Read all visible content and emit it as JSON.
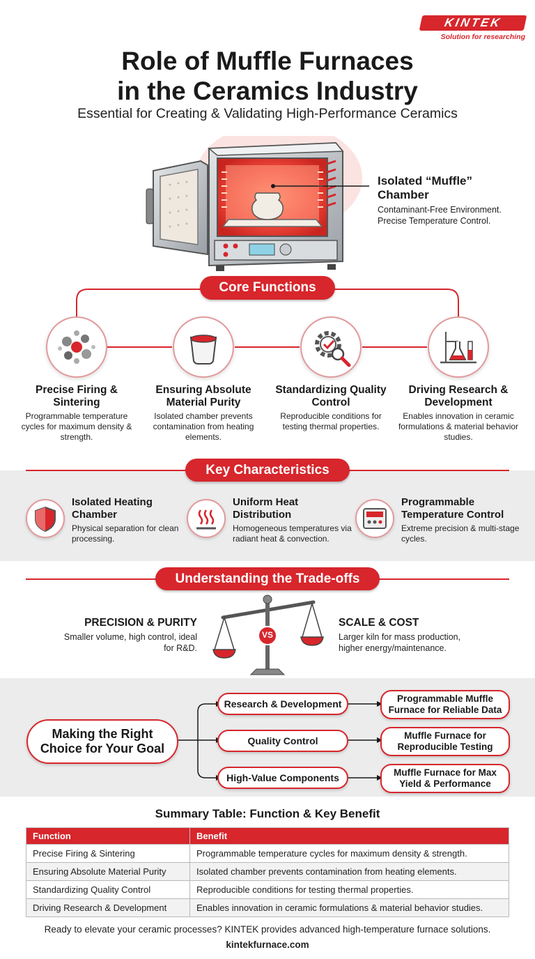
{
  "brand": {
    "name": "KINTEK",
    "tagline": "Solution for researching"
  },
  "header": {
    "title_line1": "Role of Muffle Furnaces",
    "title_line2": "in the Ceramics Industry",
    "subtitle": "Essential for Creating & Validating High-Performance Ceramics"
  },
  "callout": {
    "title": "Isolated “Muffle” Chamber",
    "text": "Contaminant-Free Environment. Precise Temperature Control."
  },
  "core_functions": {
    "heading": "Core Functions",
    "items": [
      {
        "icon": "particles-icon",
        "title": "Precise Firing & Sintering",
        "text": "Programmable temperature cycles for maximum density & strength."
      },
      {
        "icon": "crucible-icon",
        "title": "Ensuring Absolute Material Purity",
        "text": "Isolated chamber prevents contamination from heating elements."
      },
      {
        "icon": "gear-magnifier-icon",
        "title": "Standardizing Quality Control",
        "text": "Reproducible conditions for testing thermal properties."
      },
      {
        "icon": "lab-flask-icon",
        "title": "Driving Research & Development",
        "text": "Enables innovation in ceramic formulations & material behavior studies."
      }
    ]
  },
  "key_characteristics": {
    "heading": "Key Characteristics",
    "items": [
      {
        "icon": "shield-icon",
        "title": "Isolated Heating Chamber",
        "text": "Physical separation for clean processing."
      },
      {
        "icon": "heat-waves-icon",
        "title": "Uniform Heat Distribution",
        "text": "Homogeneous temperatures via radiant heat & convection."
      },
      {
        "icon": "controller-icon",
        "title": "Programmable Temperature Control",
        "text": "Extreme precision & multi-stage cycles."
      }
    ]
  },
  "tradeoffs": {
    "heading": "Understanding the Trade-offs",
    "left_title": "PRECISION & PURITY",
    "left_text": "Smaller volume, high control, ideal for R&D.",
    "vs": "VS",
    "right_title": "SCALE & COST",
    "right_text": "Larger kiln for mass production, higher energy/maintenance."
  },
  "decision": {
    "root": "Making the Right Choice for Your Goal",
    "branches": [
      {
        "goal": "Research & Development",
        "result": "Programmable Muffle Furnace for Reliable Data"
      },
      {
        "goal": "Quality Control",
        "result": "Muffle Furnace for Reproducible Testing"
      },
      {
        "goal": "High-Value Components",
        "result": "Muffle Furnace for Max Yield & Performance"
      }
    ]
  },
  "summary_table": {
    "title": "Summary Table: Function & Key Benefit",
    "headers": [
      "Function",
      "Benefit"
    ],
    "rows": [
      [
        "Precise Firing & Sintering",
        "Programmable temperature cycles for maximum density & strength."
      ],
      [
        "Ensuring Absolute Material Purity",
        "Isolated chamber prevents contamination from heating elements."
      ],
      [
        "Standardizing Quality Control",
        "Reproducible conditions for testing thermal properties."
      ],
      [
        "Driving Research & Development",
        "Enables innovation in ceramic formulations & material behavior studies."
      ]
    ]
  },
  "footer": {
    "text": "Ready to elevate your ceramic processes? KINTEK provides advanced high-temperature furnace solutions.",
    "url": "kintekfurnace.com"
  },
  "colors": {
    "accent": "#d7262c",
    "band": "#ececec",
    "text": "#1a1a1a"
  }
}
